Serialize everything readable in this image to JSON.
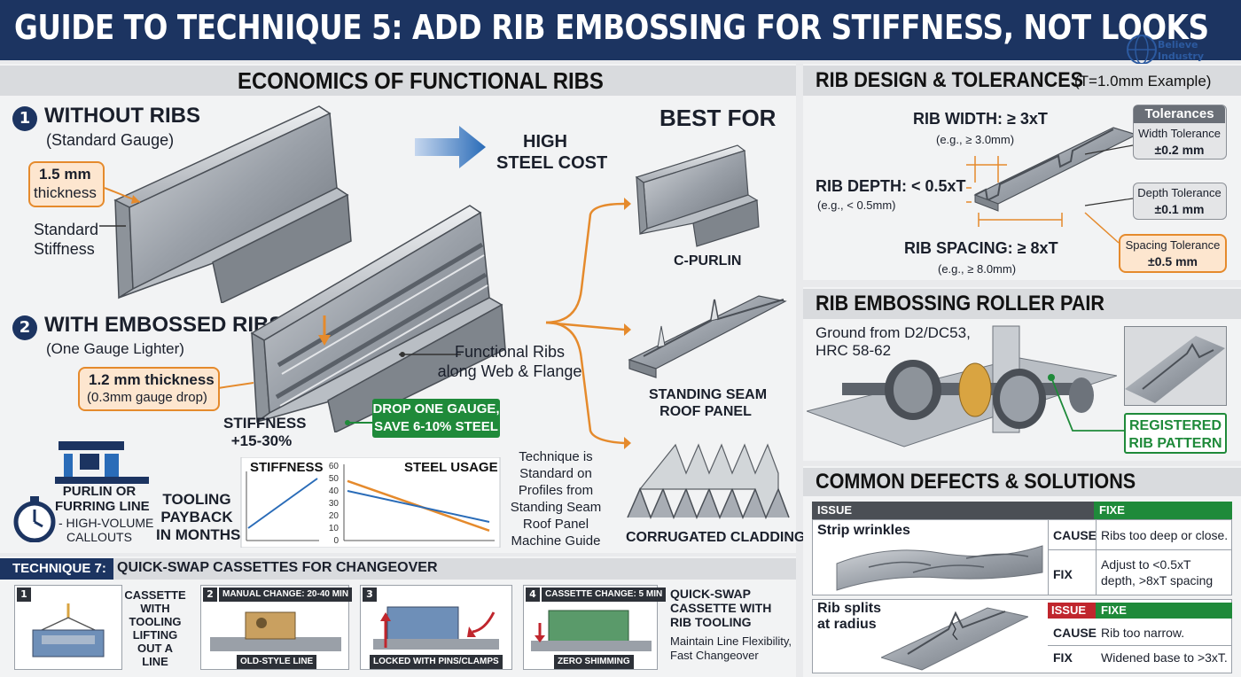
{
  "title": "GUIDE TO TECHNIQUE 5: ADD RIB EMBOSSING FOR STIFFNESS, NOT LOOKS",
  "logo": {
    "text": "Believe Industry"
  },
  "colors": {
    "navy": "#1c3461",
    "orange": "#e58a2c",
    "green": "#1f8a3a",
    "blue": "#2a6cb8",
    "red": "#c0262d"
  },
  "economics": {
    "heading": "ECONOMICS OF FUNCTIONAL RIBS",
    "without": {
      "num": "1",
      "title": "WITHOUT RIBS",
      "subtitle": "(Standard Gauge)",
      "thickness_line1": "1.5 mm",
      "thickness_line2": "thickness",
      "stiffness_line1": "Standard",
      "stiffness_line2": "Stiffness",
      "cost_line1": "HIGH",
      "cost_line2": "STEEL COST"
    },
    "with": {
      "num": "2",
      "title": "WITH EMBOSSED RIBS",
      "subtitle": "(One Gauge Lighter)",
      "thickness_line1": "1.2 mm thickness",
      "thickness_line2": "(0.3mm gauge drop)",
      "ribs_line1": "Functional Ribs",
      "ribs_line2": "along Web & Flange",
      "stiffness_line1": "STIFFNESS",
      "stiffness_line2": "+15-30%",
      "badge_line1": "DROP ONE GAUGE,",
      "badge_line2": "SAVE 6-10% STEEL"
    },
    "purlin_line1": "PURLIN OR",
    "purlin_line2": "FURRING LINE",
    "purlin_line3": "- HIGH-VOLUME",
    "purlin_line4": "CALLOUTS",
    "payback_line1": "TOOLING",
    "payback_line2": "PAYBACK",
    "payback_line3": "IN MONTHS",
    "note_lines": [
      "Technique is",
      "Standard on",
      "Profiles from",
      "Standing Seam",
      "Roof Panel",
      "Machine Guide"
    ]
  },
  "chart_data": {
    "type": "line",
    "title": "",
    "ylim": [
      0,
      60
    ],
    "yticks": [
      "60",
      "50",
      "40",
      "30",
      "20",
      "10",
      "0"
    ],
    "series": [
      {
        "name": "STIFFNESS",
        "values": [
          10,
          50
        ]
      },
      {
        "name": "STEEL USAGE",
        "values": [
          48,
          8
        ]
      },
      {
        "name": "",
        "values": [
          40,
          15
        ]
      }
    ]
  },
  "best_for": {
    "heading": "BEST FOR",
    "items": [
      {
        "label": "C-PURLIN"
      },
      {
        "label_line1": "STANDING SEAM",
        "label_line2": "ROOF PANEL"
      },
      {
        "label": "CORRUGATED CLADDING"
      }
    ]
  },
  "design": {
    "heading": "RIB DESIGN & TOLERANCES",
    "heading_note": "(T=1.0mm Example)",
    "width": "RIB WIDTH: ≥ 3xT",
    "width_eg": "(e.g., ≥ 3.0mm)",
    "depth": "RIB DEPTH: < 0.5xT",
    "depth_eg": "(e.g., < 0.5mm)",
    "spacing": "RIB SPACING: ≥ 8xT",
    "spacing_eg": "(e.g., ≥ 8.0mm)",
    "tol_title": "Tolerances",
    "tol_width_label": "Width Tolerance",
    "tol_width_value": "±0.2 mm",
    "tol_depth_label": "Depth Tolerance",
    "tol_depth_value": "±0.1 mm",
    "tol_spacing_label": "Spacing Tolerance",
    "tol_spacing_value": "±0.5 mm"
  },
  "roller": {
    "heading": "RIB EMBOSSING ROLLER PAIR",
    "material_line1": "Ground from D2/DC53,",
    "material_line2": "HRC 58-62",
    "badge_line1": "REGISTERED",
    "badge_line2": "RIB PATTERN"
  },
  "defects": {
    "heading": "COMMON DEFECTS & SOLUTIONS",
    "col_issue": "ISSUE",
    "col_fix": "FIXE",
    "row1_issue": "Strip wrinkles",
    "row1_cause_label": "CAUSE",
    "row1_cause": "Ribs too deep or close.",
    "row1_fix_label": "FIX",
    "row1_fix_line1": "Adjust to <0.5xT",
    "row1_fix_line2": "depth, >8xT spacing",
    "row2_issue_line1": "Rib splits",
    "row2_issue_line2": "at radius",
    "row2_cause_label": "CAUSE",
    "row2_cause": "Rib too narrow.",
    "row2_fix_label": "FIX",
    "row2_fix": "Widened base to >3xT."
  },
  "technique7": {
    "label": "TECHNIQUE 7:",
    "heading": "QUICK-SWAP CASSETTES FOR CHANGEOVER",
    "step1_num": "1",
    "step1_lines": [
      "CASSETTE",
      "WITH",
      "TOOLING",
      "LIFTING",
      "OUT A",
      "LINE"
    ],
    "step2_num": "2",
    "step2_tag": "MANUAL CHANGE: 20-40 MIN",
    "step2_caption": "OLD-STYLE LINE",
    "step3_num": "3",
    "step3_caption": "LOCKED WITH PINS/CLAMPS",
    "step4_num": "4",
    "step4_tag": "CASSETTE CHANGE: 5 MIN",
    "step4_caption": "ZERO SHIMMING",
    "summary_line1": "QUICK-SWAP",
    "summary_line2": "CASSETTE WITH",
    "summary_line3": "RIB TOOLING",
    "summary_note1": "Maintain Line Flexibility,",
    "summary_note2": "Fast Changeover"
  }
}
